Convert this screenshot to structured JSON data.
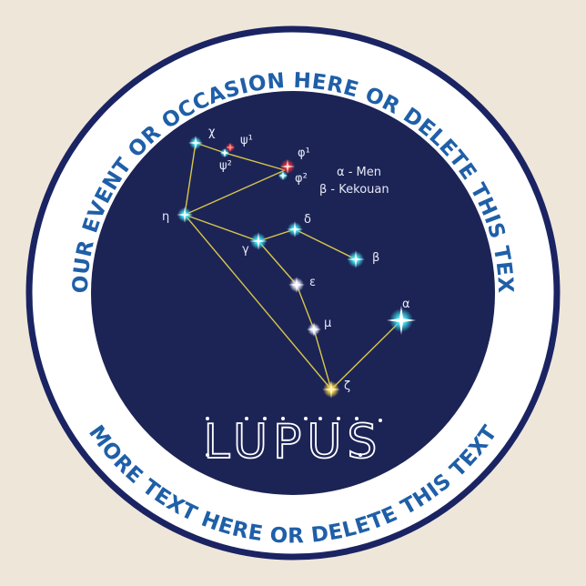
{
  "top_text": "YOUR EVENT OR OCCASION HERE OR DELETE THIS TEXT",
  "bottom_text": "MORE TEXT HERE OR DELETE THIS TEXT",
  "title": "LUPUS",
  "legend": {
    "alpha": "α - Men",
    "beta": "β - Kekouan"
  },
  "colors": {
    "background": "#efe6da",
    "ring": "#ffffff",
    "border": "#1b2462",
    "disc": "#1c2456",
    "ring_text": "#1f5fa8",
    "line": "#d8c64a",
    "star": "#3fe0f0",
    "star_red": "#e8303a",
    "star_yellow": "#f4d24a",
    "star_white": "#e6e8f4",
    "label": "#e6e8f4"
  },
  "stars": [
    {
      "id": "chi",
      "label": "χ"
    },
    {
      "id": "psi1",
      "label": "ψ¹"
    },
    {
      "id": "psi2",
      "label": "ψ²"
    },
    {
      "id": "phi1",
      "label": "φ¹"
    },
    {
      "id": "phi2",
      "label": "φ²"
    },
    {
      "id": "eta",
      "label": "η"
    },
    {
      "id": "gamma",
      "label": "γ"
    },
    {
      "id": "delta",
      "label": "δ"
    },
    {
      "id": "beta",
      "label": "β"
    },
    {
      "id": "epsilon",
      "label": "ε"
    },
    {
      "id": "mu",
      "label": "μ"
    },
    {
      "id": "zeta",
      "label": "ζ"
    },
    {
      "id": "alpha",
      "label": "α"
    }
  ]
}
